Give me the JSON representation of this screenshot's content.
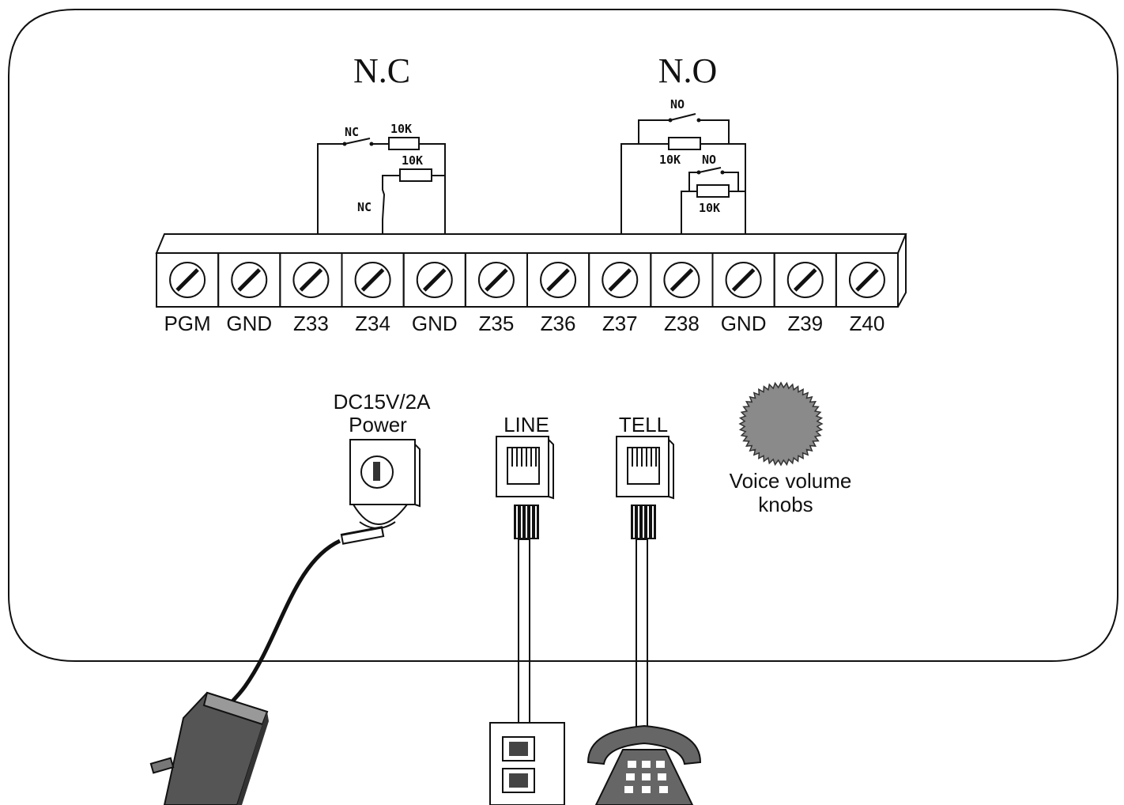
{
  "headers": {
    "nc": "N.C",
    "no": "N.O"
  },
  "circuit_labels": {
    "nc_switch_1": "NC",
    "nc_resistor_1": "10K",
    "nc_resistor_2": "10K",
    "nc_switch_2": "NC",
    "no_switch_1": "NO",
    "no_resistor_1": "10K",
    "no_switch_2": "NO",
    "no_resistor_2": "10K"
  },
  "terminals": [
    "PGM",
    "GND",
    "Z33",
    "Z34",
    "GND",
    "Z35",
    "Z36",
    "Z37",
    "Z38",
    "GND",
    "Z39",
    "Z40"
  ],
  "power": {
    "line1": "DC15V/2A",
    "line2": "Power"
  },
  "ports": {
    "line": "LINE",
    "tell": "TELL"
  },
  "knob": {
    "line1": "Voice volume",
    "line2": "knobs"
  },
  "icons": [
    "screw-terminal-icon",
    "power-jack-icon",
    "rj11-jack-icon",
    "volume-knob-icon",
    "power-adapter-icon",
    "wall-socket-icon",
    "telephone-icon"
  ]
}
